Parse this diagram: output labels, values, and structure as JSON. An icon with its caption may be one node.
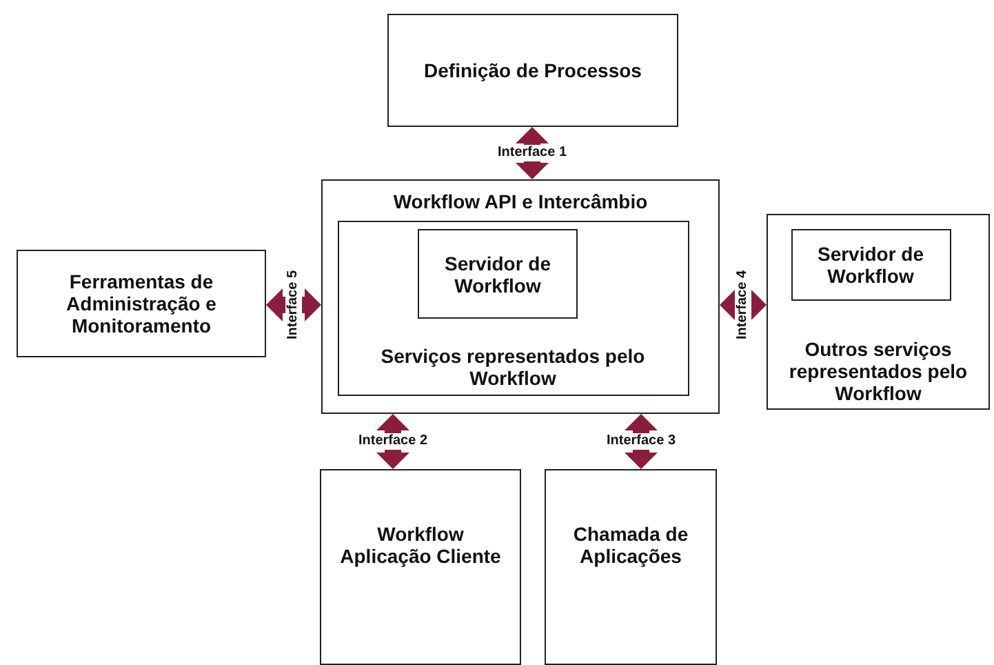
{
  "diagram": {
    "nodes": [
      {
        "text": [
          "Definição de Processos"
        ]
      },
      {
        "text": [
          "Workflow API e Intercâmbio"
        ]
      },
      {
        "text": [
          "Serviços representados pelo Workflow"
        ],
        "in": 1
      },
      {
        "text": [
          "Servidor de Workflow"
        ],
        "in": 2
      },
      {
        "text": [
          "Ferramentas de Administração e Monitoramento"
        ]
      },
      {
        "text": [
          "Outros serviços representados pelo Workflow"
        ]
      },
      {
        "text": [
          "Servidor de Workflow"
        ],
        "in": 5
      },
      {
        "text": [
          "Workflow Aplicação Cliente"
        ]
      },
      {
        "text": [
          "Chamada de Aplicações"
        ]
      }
    ],
    "edges": [
      {
        "from": 0,
        "to": 1,
        "arrow": "both",
        "label": "Interface 1",
        "color": "#8c1c3c"
      },
      {
        "from": 4,
        "to": 1,
        "arrow": "both",
        "label": "Interface 5",
        "color": "#8c1c3c"
      },
      {
        "from": 1,
        "to": 5,
        "arrow": "both",
        "label": "Interface 4",
        "color": "#8c1c3c"
      },
      {
        "from": 1,
        "to": 7,
        "arrow": "both",
        "label": "Interface 2",
        "color": "#8c1c3c"
      },
      {
        "from": 1,
        "to": 8,
        "arrow": "both",
        "label": "Interface 3",
        "color": "#8c1c3c"
      }
    ]
  }
}
